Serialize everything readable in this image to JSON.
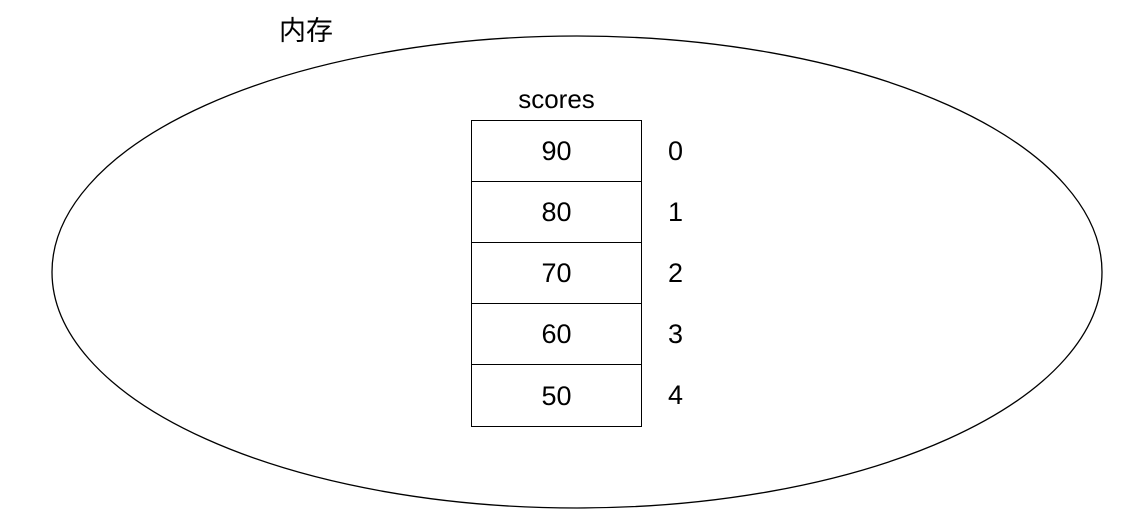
{
  "diagram": {
    "region_label": "内存",
    "array_name": "scores",
    "cells": [
      {
        "value": "90",
        "index": "0"
      },
      {
        "value": "80",
        "index": "1"
      },
      {
        "value": "70",
        "index": "2"
      },
      {
        "value": "60",
        "index": "3"
      },
      {
        "value": "50",
        "index": "4"
      }
    ],
    "colors": {
      "background": "#ffffff",
      "stroke": "#000000",
      "text": "#000000"
    }
  }
}
